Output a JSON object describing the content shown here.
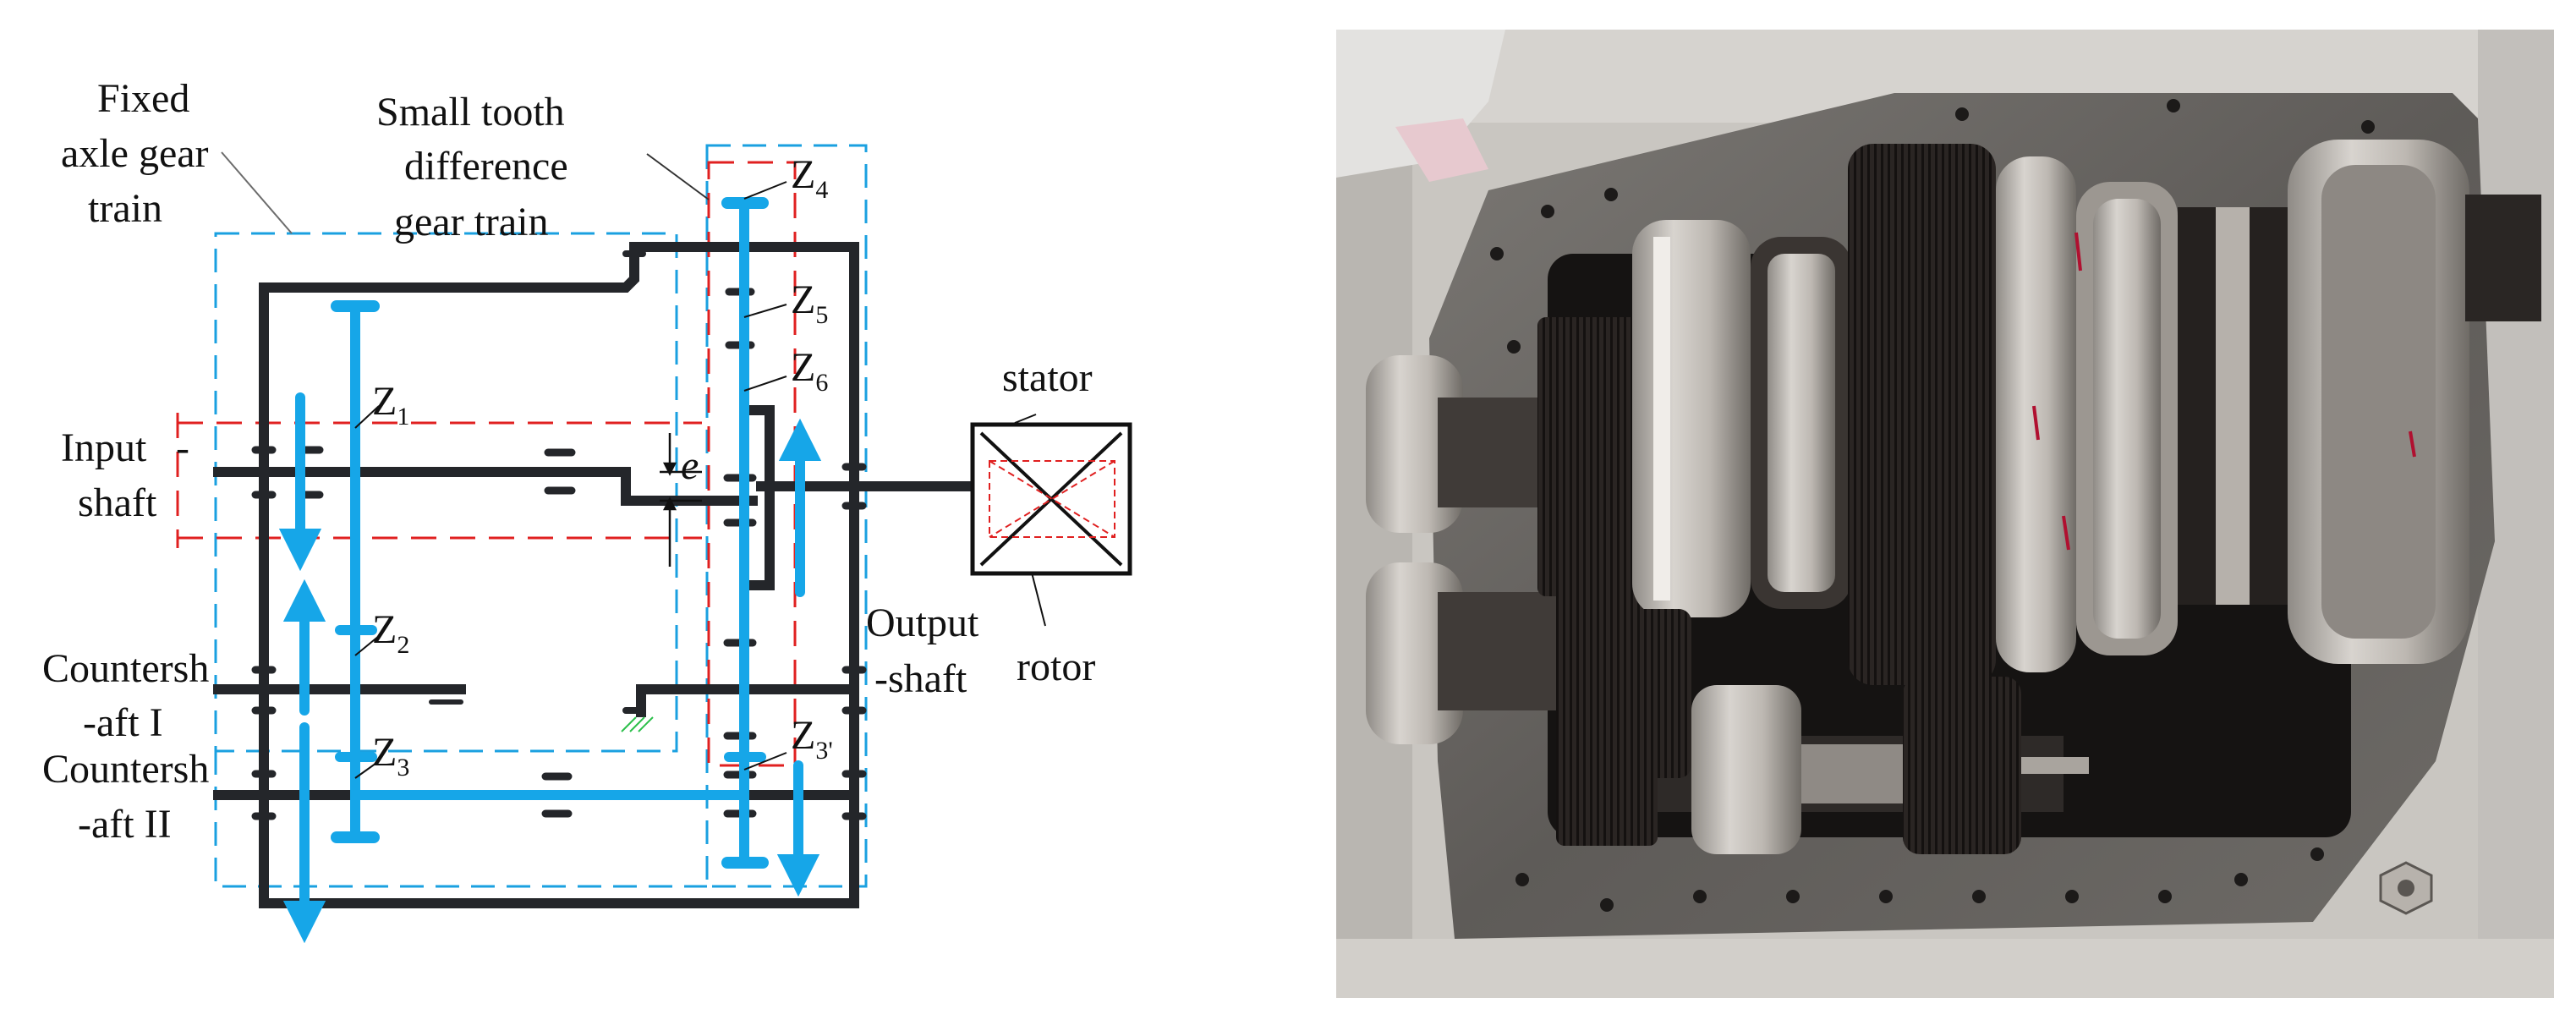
{
  "diagram": {
    "labels": {
      "fixed_line1": "Fixed",
      "fixed_line2": "axle gear",
      "fixed_line3": "train",
      "small_line1": "Small tooth",
      "small_line2": "difference",
      "small_line3": "gear train",
      "input_line1": "Input",
      "input_line1_dash": "-",
      "input_line2": "shaft",
      "cs1_line1": "Countersh",
      "cs1_line2": "-aft I",
      "cs2_line1": "Countersh",
      "cs2_line2": "-aft II",
      "output_line1": "Output",
      "output_line2": "-shaft",
      "stator": "stator",
      "rotor": "rotor",
      "e": "e"
    },
    "gears": [
      {
        "base": "Z",
        "sub": "1"
      },
      {
        "base": "Z",
        "sub": "2"
      },
      {
        "base": "Z",
        "sub": "3"
      },
      {
        "base": "Z",
        "sub": "4"
      },
      {
        "base": "Z",
        "sub": "5"
      },
      {
        "base": "Z",
        "sub": "6"
      },
      {
        "base": "Z",
        "sub": "3'"
      }
    ],
    "colors": {
      "shaft": "#24262a",
      "power_flow": "#16a6e8",
      "train_box": "#1aa0e0",
      "eccentric_box": "#e02020"
    }
  },
  "photo": {
    "colors": {
      "background": "#c9c6c1",
      "plate": "#6f6c69",
      "gear_dark": "#2c2725",
      "bearing_light": "#cfcac4"
    }
  }
}
